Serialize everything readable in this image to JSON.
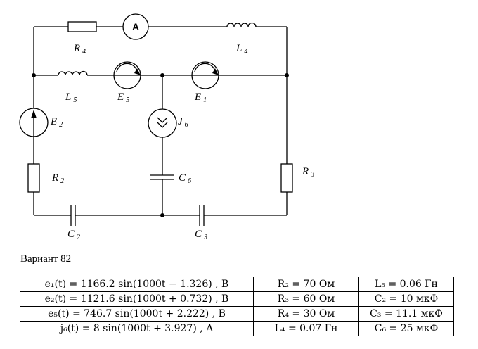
{
  "labels": {
    "R4": {
      "main": "R",
      "sub": "4"
    },
    "L4": {
      "main": "L",
      "sub": "4"
    },
    "L5": {
      "main": "L",
      "sub": "5"
    },
    "E5": {
      "main": "E",
      "sub": "5"
    },
    "E1": {
      "main": "E",
      "sub": "1"
    },
    "E2": {
      "main": "E",
      "sub": "2"
    },
    "J6": {
      "main": "J",
      "sub": "6"
    },
    "C6": {
      "main": "C",
      "sub": "6"
    },
    "R2": {
      "main": "R",
      "sub": "2"
    },
    "R3": {
      "main": "R",
      "sub": "3"
    },
    "C2": {
      "main": "C",
      "sub": "2"
    },
    "C3": {
      "main": "C",
      "sub": "3"
    },
    "ammeter": "A"
  },
  "variant": "Вариант 82",
  "table": [
    [
      "e₁(t) = 1166.2 sin(1000t − 1.326) , B",
      "R₂ = 70 Ом",
      "L₅ = 0.06 Гн"
    ],
    [
      "e₂(t) = 1121.6 sin(1000t + 0.732) , B",
      "R₃ = 60 Ом",
      "C₂ = 10 мкФ"
    ],
    [
      "e₅(t) = 746.7 sin(1000t + 2.222) , B",
      "R₄ = 30 Ом",
      "C₃ = 11.1 мкФ"
    ],
    [
      "j₆(t) = 8 sin(1000t + 3.927) , A",
      "L₄ = 0.07 Гн",
      "C₆ = 25 мкФ"
    ]
  ]
}
